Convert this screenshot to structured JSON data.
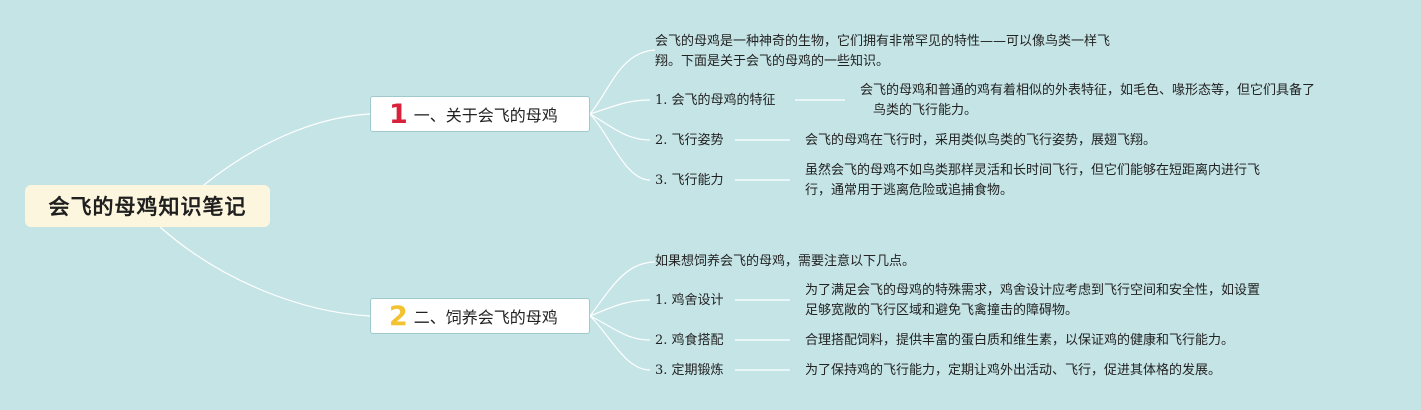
{
  "root": {
    "title": "会飞的母鸡知识笔记"
  },
  "branches": [
    {
      "number": "1",
      "number_color": "#d8223c",
      "title": "一、关于会飞的母鸡",
      "intro": [
        "会飞的母鸡是一种神奇的生物，它们拥有非常罕见的特性——可以像鸟类一样飞",
        "翔。下面是关于会飞的母鸡的一些知识。"
      ],
      "items": [
        {
          "label": "1. 会飞的母鸡的特征",
          "desc": [
            "会飞的母鸡和普通的鸡有着相似的外表特征，如毛色、喙形态等，但它们具备了",
            "鸟类的飞行能力。"
          ]
        },
        {
          "label": "2. 飞行姿势",
          "desc": [
            "会飞的母鸡在飞行时，采用类似鸟类的飞行姿势，展翅飞翔。"
          ]
        },
        {
          "label": "3. 飞行能力",
          "desc": [
            "虽然会飞的母鸡不如鸟类那样灵活和长时间飞行，但它们能够在短距离内进行飞",
            "行，通常用于逃离危险或追捕食物。"
          ]
        }
      ]
    },
    {
      "number": "2",
      "number_color": "#f2c230",
      "title": "二、饲养会飞的母鸡",
      "intro": [
        "如果想饲养会飞的母鸡，需要注意以下几点。"
      ],
      "items": [
        {
          "label": "1. 鸡舍设计",
          "desc": [
            "为了满足会飞的母鸡的特殊需求，鸡舍设计应考虑到飞行空间和安全性，如设置",
            "足够宽敞的飞行区域和避免飞禽撞击的障碍物。"
          ]
        },
        {
          "label": "2. 鸡食搭配",
          "desc": [
            "合理搭配饲料，提供丰富的蛋白质和维生素，以保证鸡的健康和飞行能力。"
          ]
        },
        {
          "label": "3. 定期锻炼",
          "desc": [
            "为了保持鸡的飞行能力，定期让鸡外出活动、飞行，促进其体格的发展。"
          ]
        }
      ]
    }
  ],
  "colors": {
    "background": "#c5e4e6",
    "link": "#ffffff",
    "root_fill": "#fdf6df"
  }
}
